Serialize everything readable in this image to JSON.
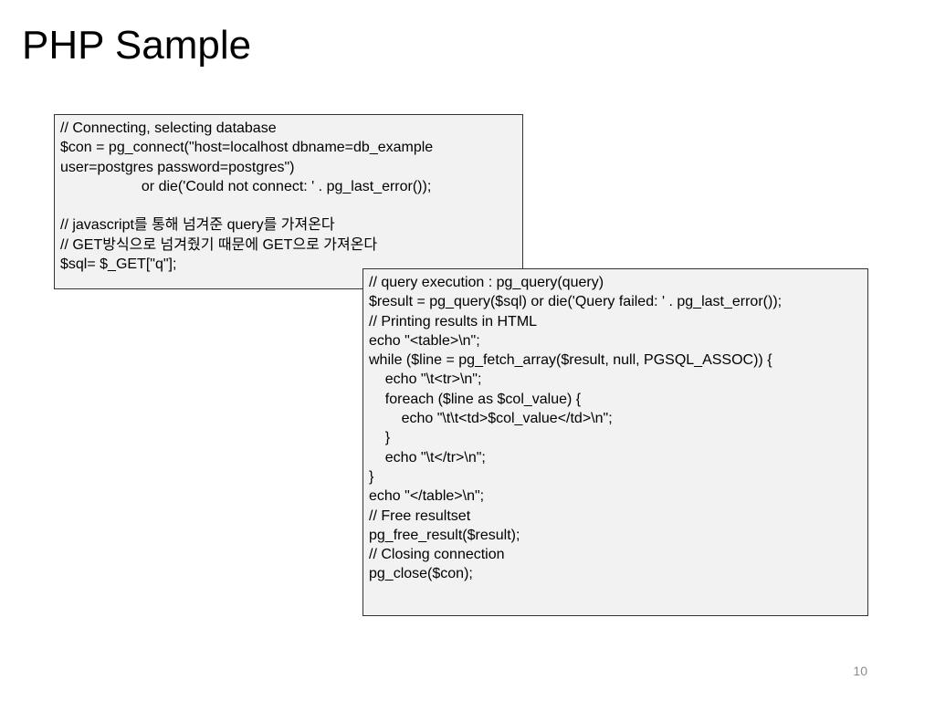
{
  "slide": {
    "title": "PHP Sample",
    "page_number": "10"
  },
  "code_block_1": {
    "lines": [
      "// Connecting, selecting database",
      "$con = pg_connect(\"host=localhost dbname=db_example",
      "user=postgres password=postgres\")",
      "                    or die('Could not connect: ' . pg_last_error());",
      "",
      "// javascript를 통해 넘겨준 query를 가져온다",
      "// GET방식으로 넘겨줬기 때문에 GET으로 가져온다",
      "$sql= $_GET[\"q\"];"
    ]
  },
  "code_block_2": {
    "lines": [
      "// query execution : pg_query(query)",
      "$result = pg_query($sql) or die('Query failed: ' . pg_last_error());",
      "// Printing results in HTML",
      "echo \"<table>\\n\";",
      "while ($line = pg_fetch_array($result, null, PGSQL_ASSOC)) {",
      "    echo \"\\t<tr>\\n\";",
      "    foreach ($line as $col_value) {",
      "        echo \"\\t\\t<td>$col_value</td>\\n\";",
      "    }",
      "    echo \"\\t</tr>\\n\";",
      "}",
      "echo \"</table>\\n\";",
      "// Free resultset",
      "pg_free_result($result);",
      "// Closing connection",
      "pg_close($con);"
    ]
  }
}
